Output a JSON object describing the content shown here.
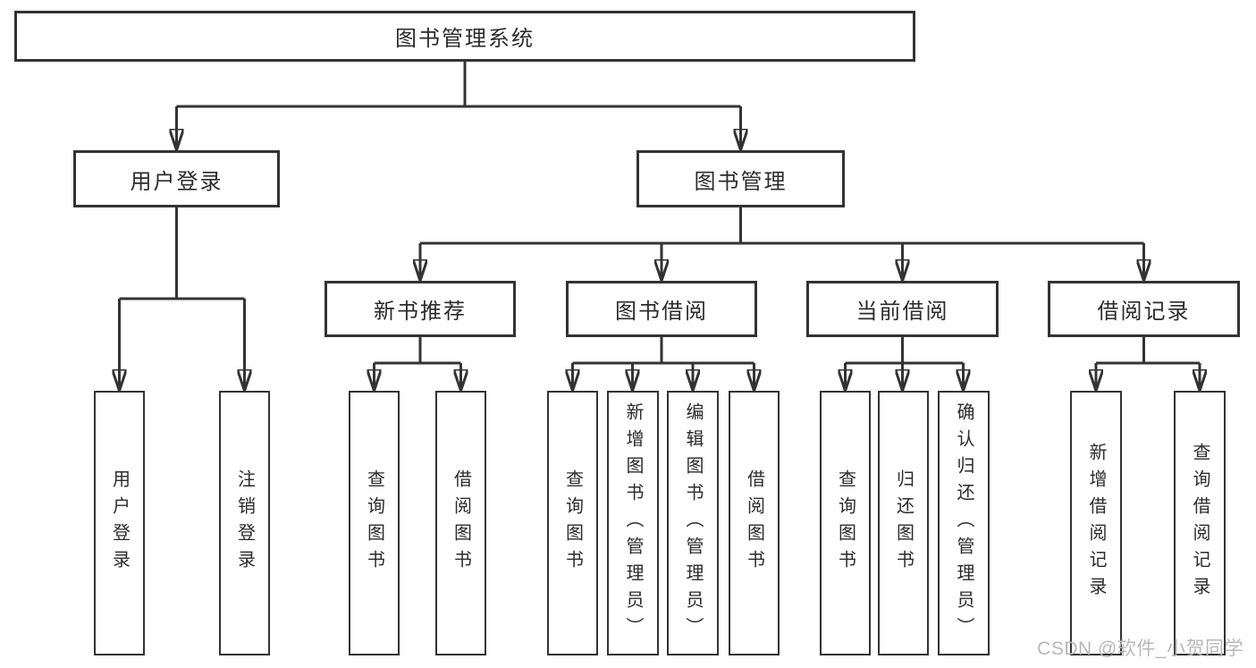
{
  "title": {
    "label": "图书管理系统"
  },
  "nodes": {
    "user_login": {
      "label": "用户登录"
    },
    "book_mgmt": {
      "label": "图书管理"
    },
    "new_books": {
      "label": "新书推荐"
    },
    "book_borrow": {
      "label": "图书借阅"
    },
    "current_borrow": {
      "label": "当前借阅"
    },
    "borrow_records": {
      "label": "借阅记录"
    }
  },
  "leaves": {
    "user_login": [
      "用户登录",
      "注销登录"
    ],
    "new_books": [
      "查询图书",
      "借阅图书"
    ],
    "book_borrow": [
      "查询图书",
      "新增图书（管理员）",
      "编辑图书（管理员）",
      "借阅图书"
    ],
    "current_borrow": [
      "查询图书",
      "归还图书",
      "确认归还（管理员）"
    ],
    "borrow_records": [
      "新增借阅记录",
      "查询借阅记录"
    ]
  },
  "watermark": "CSDN @软件_小贺同学",
  "colors": {
    "line": "#333333",
    "text": "#2b2b2b",
    "watermark": "#b8b8b8",
    "background": "#ffffff"
  }
}
